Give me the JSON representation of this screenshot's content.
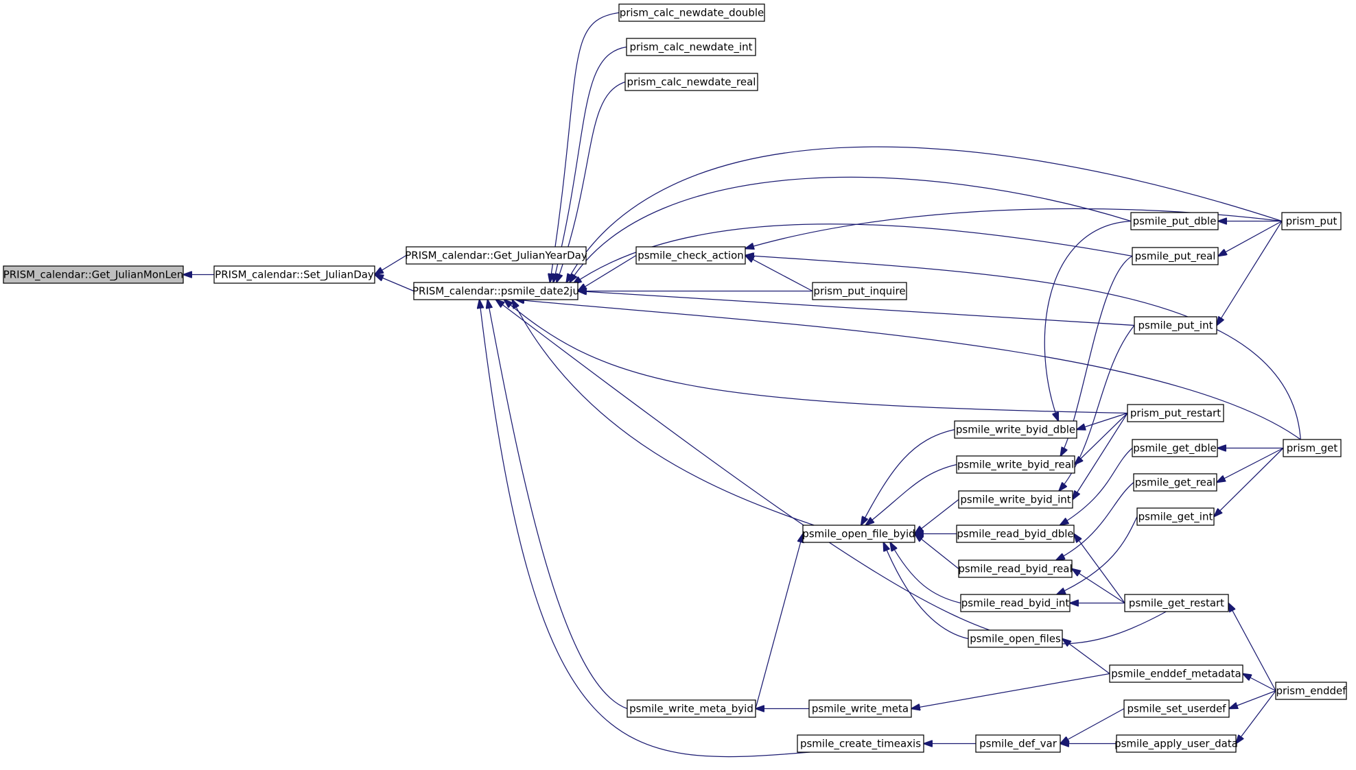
{
  "graph": {
    "nodes": {
      "getJulianMonLen": "PRISM_calendar::Get_JulianMonLen",
      "setJulianDay": "PRISM_calendar::Set_JulianDay",
      "getJulianYearDay": "PRISM_calendar::Get_JulianYearDay",
      "date2ju": "PRISM_calendar::psmile_date2ju",
      "newdateDouble": "prism_calc_newdate_double",
      "newdateInt": "prism_calc_newdate_int",
      "newdateReal": "prism_calc_newdate_real",
      "checkAction": "psmile_check_action",
      "putInquire": "prism_put_inquire",
      "putDble": "psmile_put_dble",
      "putReal": "psmile_put_real",
      "putInt": "psmile_put_int",
      "prismPut": "prism_put",
      "putRestart": "prism_put_restart",
      "writeByidDble": "psmile_write_byid_dble",
      "writeByidReal": "psmile_write_byid_real",
      "writeByidInt": "psmile_write_byid_int",
      "readByidDble": "psmile_read_byid_dble",
      "readByidReal": "psmile_read_byid_real",
      "readByidInt": "psmile_read_byid_int",
      "openFiles": "psmile_open_files",
      "openFileByid": "psmile_open_file_byid",
      "getDble": "psmile_get_dble",
      "getReal": "psmile_get_real",
      "getInt": "psmile_get_int",
      "prismGet": "prism_get",
      "getRestart": "psmile_get_restart",
      "enddefMetadata": "psmile_enddef_metadata",
      "prismEnddef": "prism_enddef",
      "writeMetaByid": "psmile_write_meta_byid",
      "writeMeta": "psmile_write_meta",
      "createTimeaxis": "psmile_create_timeaxis",
      "defVar": "psmile_def_var",
      "setUserdef": "psmile_set_userdef",
      "applyUserData": "psmile_apply_user_data"
    },
    "edges": [
      [
        "setJulianDay",
        "getJulianMonLen"
      ],
      [
        "getJulianYearDay",
        "setJulianDay"
      ],
      [
        "date2ju",
        "setJulianDay"
      ],
      [
        "newdateDouble",
        "date2ju"
      ],
      [
        "newdateInt",
        "date2ju"
      ],
      [
        "newdateReal",
        "date2ju"
      ],
      [
        "checkAction",
        "date2ju"
      ],
      [
        "putInquire",
        "date2ju"
      ],
      [
        "putDble",
        "date2ju"
      ],
      [
        "putReal",
        "date2ju"
      ],
      [
        "putInt",
        "date2ju"
      ],
      [
        "prismPut",
        "date2ju"
      ],
      [
        "putRestart",
        "date2ju"
      ],
      [
        "prismGet",
        "date2ju"
      ],
      [
        "openFileByid",
        "date2ju"
      ],
      [
        "getRestart",
        "date2ju"
      ],
      [
        "writeMetaByid",
        "date2ju"
      ],
      [
        "createTimeaxis",
        "date2ju"
      ],
      [
        "putInquire",
        "checkAction"
      ],
      [
        "prismPut",
        "checkAction"
      ],
      [
        "prismGet",
        "checkAction"
      ],
      [
        "prismPut",
        "putDble"
      ],
      [
        "prismPut",
        "putReal"
      ],
      [
        "prismPut",
        "putInt"
      ],
      [
        "putDble",
        "writeByidDble"
      ],
      [
        "putRestart",
        "writeByidDble"
      ],
      [
        "putReal",
        "writeByidReal"
      ],
      [
        "putRestart",
        "writeByidReal"
      ],
      [
        "putInt",
        "writeByidInt"
      ],
      [
        "putRestart",
        "writeByidInt"
      ],
      [
        "writeByidDble",
        "openFileByid"
      ],
      [
        "writeByidReal",
        "openFileByid"
      ],
      [
        "writeByidInt",
        "openFileByid"
      ],
      [
        "readByidDble",
        "openFileByid"
      ],
      [
        "readByidReal",
        "openFileByid"
      ],
      [
        "readByidInt",
        "openFileByid"
      ],
      [
        "openFiles",
        "openFileByid"
      ],
      [
        "writeMetaByid",
        "openFileByid"
      ],
      [
        "prismGet",
        "getDble"
      ],
      [
        "prismGet",
        "getReal"
      ],
      [
        "prismGet",
        "getInt"
      ],
      [
        "getDble",
        "readByidDble"
      ],
      [
        "getRestart",
        "readByidDble"
      ],
      [
        "getReal",
        "readByidReal"
      ],
      [
        "getRestart",
        "readByidReal"
      ],
      [
        "getInt",
        "readByidInt"
      ],
      [
        "getRestart",
        "readByidInt"
      ],
      [
        "prismEnddef",
        "getRestart"
      ],
      [
        "enddefMetadata",
        "openFiles"
      ],
      [
        "prismEnddef",
        "enddefMetadata"
      ],
      [
        "writeMeta",
        "writeMetaByid"
      ],
      [
        "enddefMetadata",
        "writeMeta"
      ],
      [
        "defVar",
        "createTimeaxis"
      ],
      [
        "setUserdef",
        "defVar"
      ],
      [
        "applyUserData",
        "defVar"
      ],
      [
        "prismEnddef",
        "setUserdef"
      ],
      [
        "prismEnddef",
        "applyUserData"
      ]
    ]
  }
}
